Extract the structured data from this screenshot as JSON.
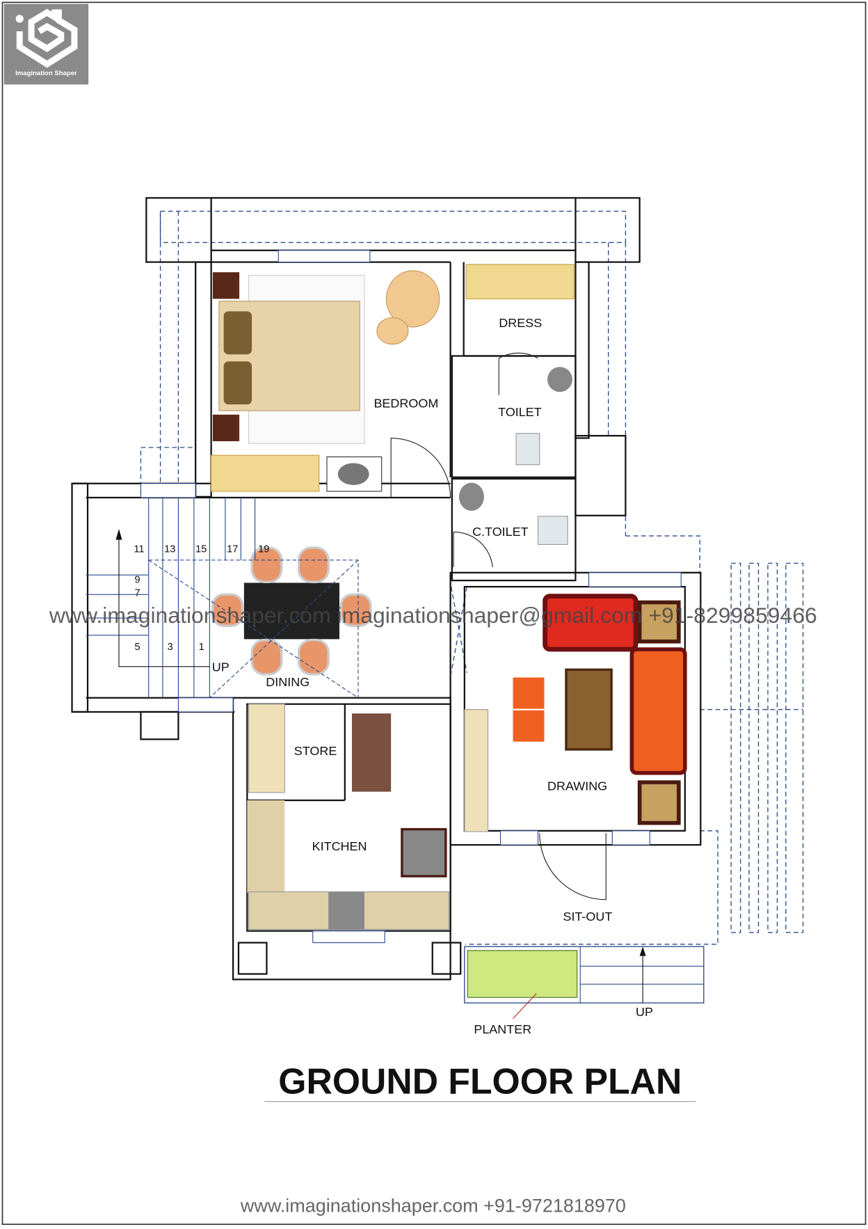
{
  "logo": {
    "text": "Imagination Shaper",
    "icon": "house-bulb-logo"
  },
  "rooms": {
    "bedroom": "BEDROOM",
    "dress": "DRESS",
    "toilet": "TOILET",
    "c_toilet": "C.TOILET",
    "dining": "DINING",
    "store": "STORE",
    "kitchen": "KITCHEN",
    "drawing": "DRAWING",
    "sit_out": "SIT-OUT",
    "planter": "PLANTER"
  },
  "stairs": {
    "up_label": "UP",
    "steps_top": [
      "11",
      "13",
      "15",
      "17",
      "19"
    ],
    "steps_left": [
      "9",
      "7"
    ],
    "steps_bottom": [
      "5",
      "3",
      "1"
    ]
  },
  "entry_up_label": "UP",
  "watermark": "www.imaginationshaper.com imaginationshaper@gmail.com +91-8299859466",
  "title": "GROUND FLOOR PLAN",
  "footer": "www.imaginationshaper.com +91-9721818970",
  "colors": {
    "logo_bg": "#8a8a8a",
    "sofa_red": "#e02a20",
    "sofa_orange": "#f06020",
    "chair": "#e8956a",
    "plan_dash": "#2a4a8a"
  }
}
